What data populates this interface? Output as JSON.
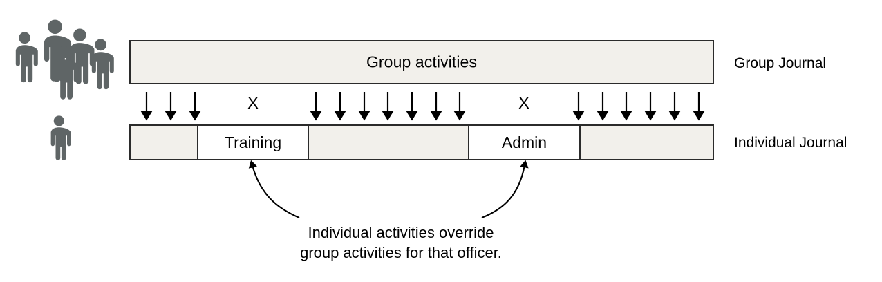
{
  "diagram": {
    "type": "timeline-overlay-diagram",
    "background_color": "#ffffff",
    "bar_fill_color": "#f2f0eb",
    "bar_border_color": "#2b2b2b",
    "segment_fill_color": "#ffffff",
    "person_icon_color": "#5f6566"
  },
  "group_journal": {
    "row_label": "Group Journal",
    "bar_label": "Group activities",
    "icon_name": "group-of-people-icon",
    "icon_count": 5
  },
  "individual_journal": {
    "row_label": "Individual Journal",
    "icon_name": "single-person-icon",
    "icon_count": 1,
    "segments": [
      {
        "label": "",
        "filled": true
      },
      {
        "label": "Training",
        "filled": false
      },
      {
        "label": "",
        "filled": true
      },
      {
        "label": "Admin",
        "filled": false
      },
      {
        "label": "",
        "filled": true
      }
    ]
  },
  "connectors": {
    "down_arrow_glyph": "down-arrow-icon",
    "blocked_marker": "X",
    "groups": [
      {
        "kind": "arrows",
        "count": 3
      },
      {
        "kind": "blocked",
        "count": 1
      },
      {
        "kind": "arrows",
        "count": 7
      },
      {
        "kind": "blocked",
        "count": 1
      },
      {
        "kind": "arrows",
        "count": 6
      }
    ],
    "total_arrows": 16,
    "total_blocked": 2
  },
  "caption": {
    "line1": "Individual activities override",
    "line2": "group activities for that officer.",
    "pointer_icon": "curved-arrow-icon",
    "pointer_targets": [
      "Training",
      "Admin"
    ]
  }
}
